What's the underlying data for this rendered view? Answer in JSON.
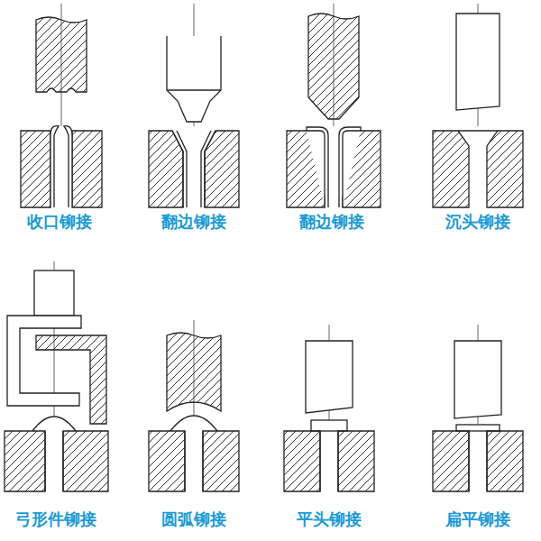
{
  "diagram": {
    "labels": [
      "收口铆接",
      "翻边铆接",
      "翻边铆接",
      "沉头铆接",
      "弓形件铆接",
      "圆弧铆接",
      "平头铆接",
      "扁平铆接"
    ]
  }
}
